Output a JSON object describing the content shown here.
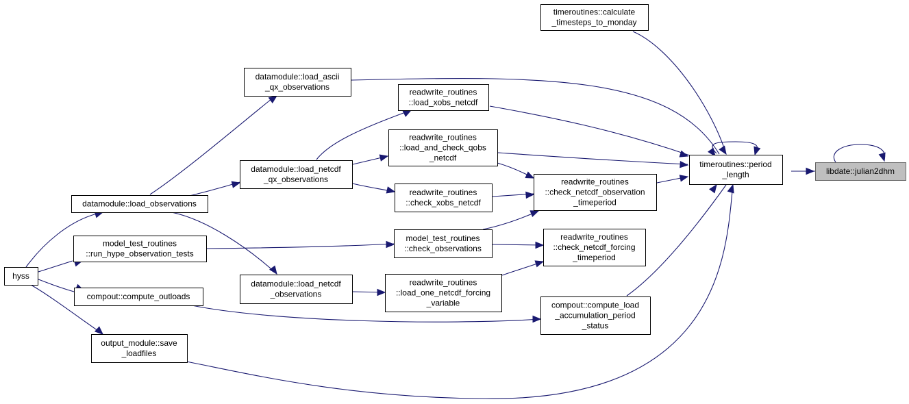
{
  "colors": {
    "edge": "#191970",
    "node_border": "#000000",
    "root_fill": "#bfbfbf",
    "root_border": "#666666",
    "background": "#ffffff"
  },
  "nodes": {
    "julian2dhm": {
      "lines": [
        "libdate::julian2dhm"
      ],
      "root": true
    },
    "period_length": {
      "lines": [
        "timeroutines::period",
        "_length"
      ]
    },
    "calc_timesteps": {
      "lines": [
        "timeroutines::calculate",
        "_timesteps_to_monday"
      ]
    },
    "load_ascii_qx": {
      "lines": [
        "datamodule::load_ascii",
        "_qx_observations"
      ]
    },
    "load_xobs_netcdf": {
      "lines": [
        "readwrite_routines",
        "::load_xobs_netcdf"
      ]
    },
    "load_check_qobs": {
      "lines": [
        "readwrite_routines",
        "::load_and_check_qobs",
        "_netcdf"
      ]
    },
    "load_netcdf_qx": {
      "lines": [
        "datamodule::load_netcdf",
        "_qx_observations"
      ]
    },
    "check_xobs_netcdf": {
      "lines": [
        "readwrite_routines",
        "::check_xobs_netcdf"
      ]
    },
    "check_netcdf_obs_tp": {
      "lines": [
        "readwrite_routines",
        "::check_netcdf_observation",
        "_timeperiod"
      ]
    },
    "load_observations": {
      "lines": [
        "datamodule::load_observations"
      ]
    },
    "run_hype_obs_tests": {
      "lines": [
        "model_test_routines",
        "::run_hype_observation_tests"
      ]
    },
    "check_observations": {
      "lines": [
        "model_test_routines",
        "::check_observations"
      ]
    },
    "check_netcdf_forcing_tp": {
      "lines": [
        "readwrite_routines",
        "::check_netcdf_forcing",
        "_timeperiod"
      ]
    },
    "hyss": {
      "lines": [
        "hyss"
      ]
    },
    "compute_outloads": {
      "lines": [
        "compout::compute_outloads"
      ]
    },
    "load_netcdf_obs": {
      "lines": [
        "datamodule::load_netcdf",
        "_observations"
      ]
    },
    "load_one_netcdf_forcing": {
      "lines": [
        "readwrite_routines",
        "::load_one_netcdf_forcing",
        "_variable"
      ]
    },
    "compute_load_accum": {
      "lines": [
        "compout::compute_load",
        "_accumulation_period",
        "_status"
      ]
    },
    "save_loadfiles": {
      "lines": [
        "output_module::save",
        "_loadfiles"
      ]
    }
  },
  "edges": [
    {
      "from": "julian2dhm",
      "to": "julian2dhm"
    },
    {
      "from": "julian2dhm",
      "to": "period_length"
    },
    {
      "from": "period_length",
      "to": "period_length"
    },
    {
      "from": "period_length",
      "to": "calc_timesteps"
    },
    {
      "from": "period_length",
      "to": "load_ascii_qx"
    },
    {
      "from": "period_length",
      "to": "load_xobs_netcdf"
    },
    {
      "from": "period_length",
      "to": "load_check_qobs"
    },
    {
      "from": "period_length",
      "to": "check_netcdf_obs_tp"
    },
    {
      "from": "period_length",
      "to": "compute_load_accum"
    },
    {
      "from": "period_length",
      "to": "save_loadfiles"
    },
    {
      "from": "load_ascii_qx",
      "to": "load_observations"
    },
    {
      "from": "load_xobs_netcdf",
      "to": "load_netcdf_qx"
    },
    {
      "from": "load_check_qobs",
      "to": "load_netcdf_qx"
    },
    {
      "from": "check_netcdf_obs_tp",
      "to": "load_check_qobs"
    },
    {
      "from": "check_netcdf_obs_tp",
      "to": "check_xobs_netcdf"
    },
    {
      "from": "check_netcdf_obs_tp",
      "to": "check_observations"
    },
    {
      "from": "check_xobs_netcdf",
      "to": "load_netcdf_qx"
    },
    {
      "from": "load_netcdf_qx",
      "to": "load_observations"
    },
    {
      "from": "load_netcdf_obs",
      "to": "load_observations"
    },
    {
      "from": "load_observations",
      "to": "hyss"
    },
    {
      "from": "check_observations",
      "to": "run_hype_obs_tests"
    },
    {
      "from": "run_hype_obs_tests",
      "to": "hyss"
    },
    {
      "from": "check_netcdf_forcing_tp",
      "to": "check_observations"
    },
    {
      "from": "check_netcdf_forcing_tp",
      "to": "load_one_netcdf_forcing"
    },
    {
      "from": "load_one_netcdf_forcing",
      "to": "load_netcdf_obs"
    },
    {
      "from": "compute_load_accum",
      "to": "compute_outloads"
    },
    {
      "from": "compute_outloads",
      "to": "hyss"
    },
    {
      "from": "save_loadfiles",
      "to": "hyss"
    }
  ]
}
